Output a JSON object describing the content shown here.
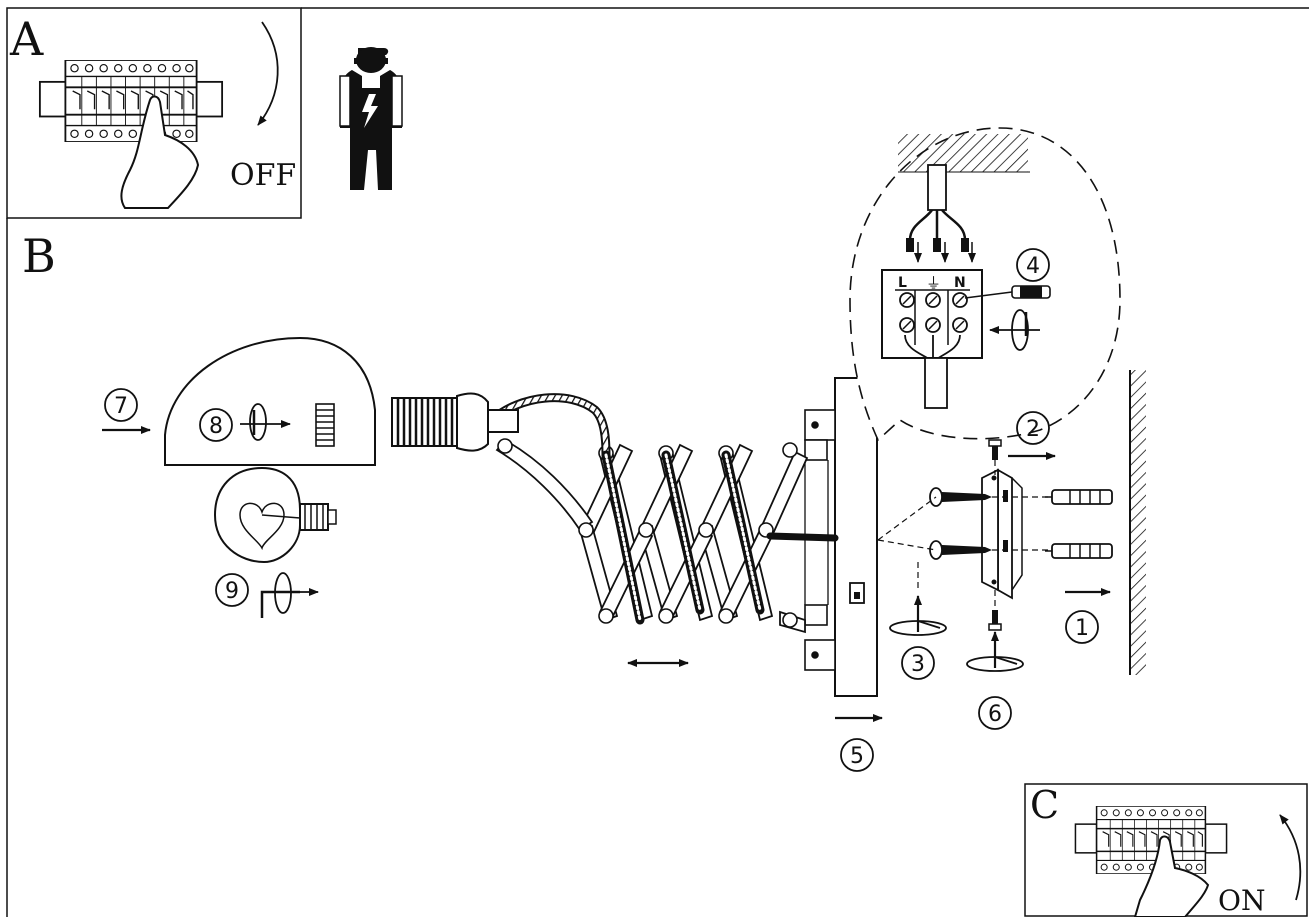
{
  "panels": {
    "a": {
      "letter": "A",
      "state": "OFF"
    },
    "b": {
      "letter": "B"
    },
    "c": {
      "letter": "C",
      "state": "ON"
    }
  },
  "terminal_labels": {
    "live": "L",
    "neutral": "N",
    "earth_symbol": "⏚"
  },
  "steps": [
    "1",
    "2",
    "3",
    "4",
    "5",
    "6",
    "7",
    "8",
    "9"
  ],
  "icons": {
    "electrician": "electrician-icon",
    "breaker_off": "circuit-breaker-icon",
    "breaker_on": "circuit-breaker-icon",
    "bulb": "light-bulb-icon",
    "screwdriver": "screwdriver-icon",
    "switch": "rocker-switch-icon"
  },
  "colors": {
    "ink": "#111111",
    "paper": "#ffffff"
  }
}
